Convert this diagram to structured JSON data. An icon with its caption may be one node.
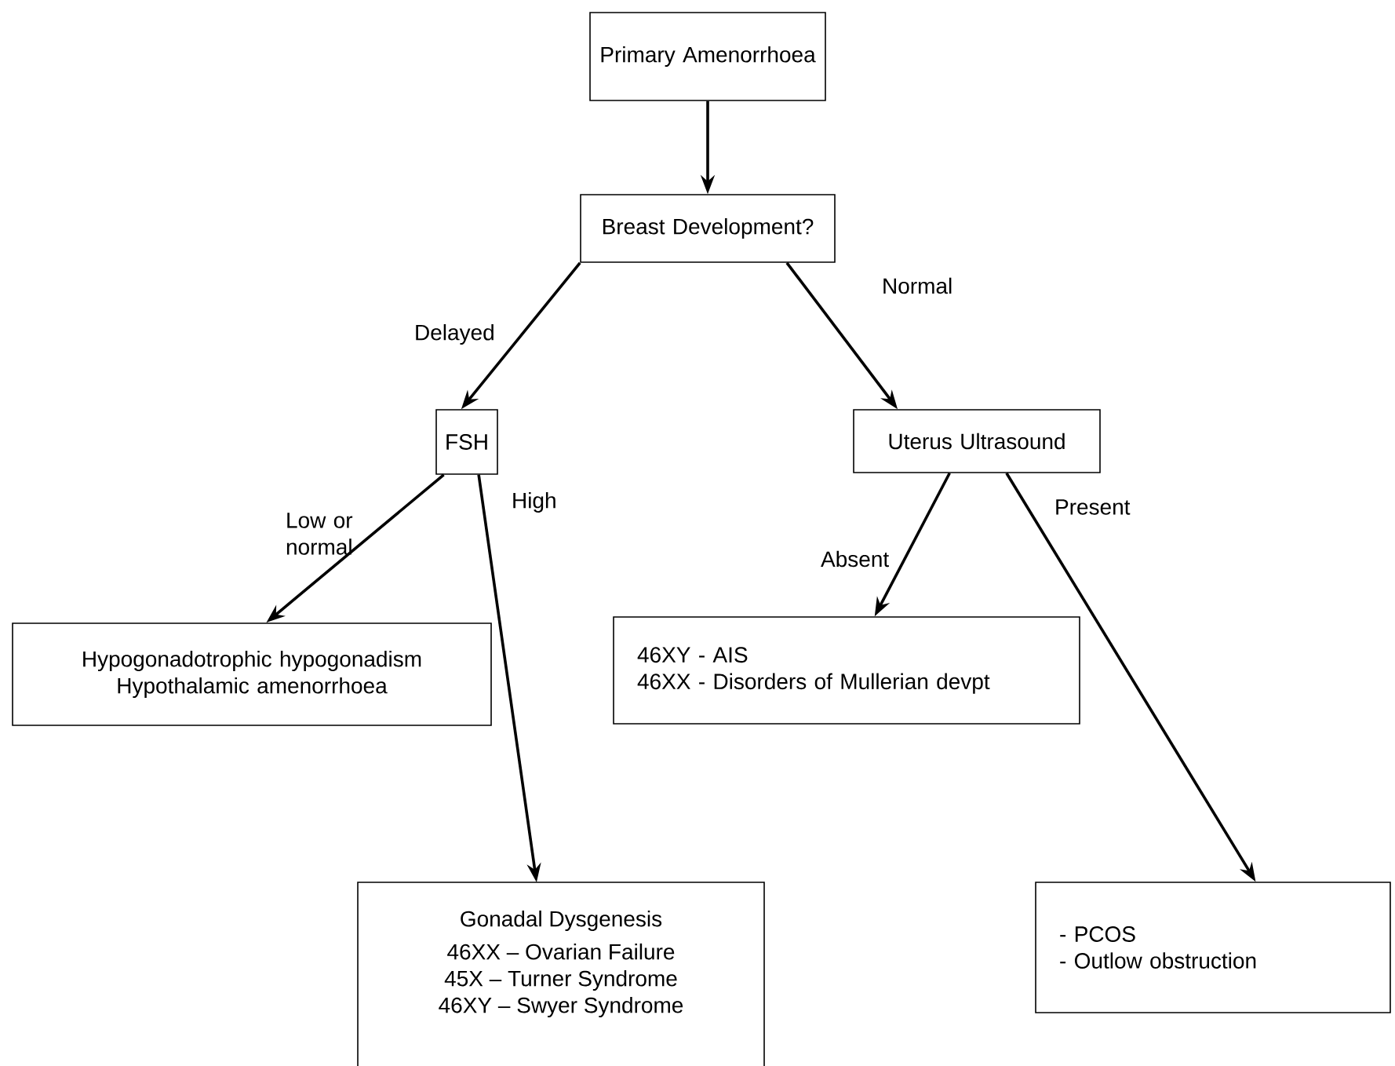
{
  "diagram": {
    "nodes": [
      {
        "text": [
          "Primary Amenorrhoea"
        ]
      },
      {
        "text": [
          "Breast Development?"
        ]
      },
      {
        "text": [
          "FSH"
        ]
      },
      {
        "text": [
          "Uterus Ultrasound"
        ]
      },
      {
        "text": [
          "Hypogonadotrophic hypogonadism",
          "Hypothalamic amenorrhoea"
        ]
      },
      {
        "text": [
          "46XY - AIS",
          "46XX - Disorders of Mullerian devpt"
        ]
      },
      {
        "text": [
          "Gonadal Dysgenesis",
          "46XX – Ovarian Failure",
          "45X – Turner Syndrome",
          "46XY – Swyer Syndrome"
        ]
      },
      {
        "text": [
          "- PCOS",
          "- Outlow obstruction"
        ]
      }
    ],
    "edges": [
      {
        "from": 0,
        "to": 1,
        "arrow": "to"
      },
      {
        "from": 1,
        "to": 2,
        "arrow": "to",
        "label": "Delayed"
      },
      {
        "from": 1,
        "to": 3,
        "arrow": "to",
        "label": "Normal"
      },
      {
        "from": 2,
        "to": 4,
        "arrow": "to",
        "label": "Low or normal"
      },
      {
        "from": 2,
        "to": 6,
        "arrow": "to",
        "label": "High"
      },
      {
        "from": 3,
        "to": 5,
        "arrow": "to",
        "label": "Absent"
      },
      {
        "from": 3,
        "to": 7,
        "arrow": "to",
        "label": "Present"
      }
    ]
  }
}
